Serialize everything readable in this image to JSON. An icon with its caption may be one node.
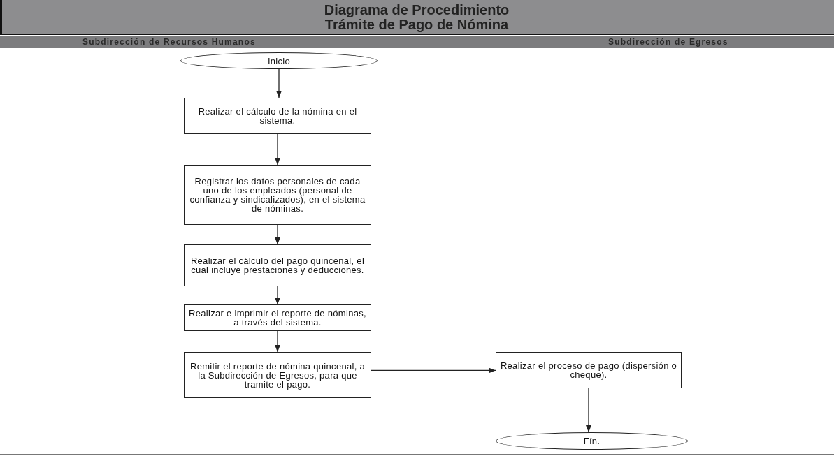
{
  "diagram": {
    "title": "Diagrama de Procedimiento Trámite de Pago de Nómina",
    "nodes": [
      {
        "text": [
          "Inicio"
        ]
      },
      {
        "text": [
          "Realizar el cálculo de la nómina en el sistema."
        ]
      },
      {
        "text": [
          "Registrar los datos personales de cada uno de los empleados (personal de confianza y sindicalizados), en el sistema de nóminas."
        ]
      },
      {
        "text": [
          "Realizar el cálculo del pago quincenal, el cual incluye prestaciones y deducciones."
        ]
      },
      {
        "text": [
          "Realizar e imprimir el reporte de nóminas, a través del sistema."
        ]
      },
      {
        "text": [
          "Remitir el reporte de nómina quincenal, a la Subdirección de Egresos, para que tramite el pago."
        ]
      },
      {
        "text": [
          "Realizar el proceso de pago (dispersión o cheque)."
        ]
      },
      {
        "text": [
          "Fín."
        ]
      }
    ],
    "edges": [
      {
        "from": 0,
        "to": 1,
        "arrow": "to"
      },
      {
        "from": 1,
        "to": 2,
        "arrow": "to"
      },
      {
        "from": 2,
        "to": 3,
        "arrow": "to"
      },
      {
        "from": 3,
        "to": 4,
        "arrow": "to"
      },
      {
        "from": 4,
        "to": 5,
        "arrow": "to"
      },
      {
        "from": 5,
        "to": 6,
        "arrow": "to"
      },
      {
        "from": 6,
        "to": 7,
        "arrow": "to"
      }
    ],
    "labels": [
      "Subdirección de Recursos Humanos",
      "Subdirección de Egresos"
    ]
  }
}
